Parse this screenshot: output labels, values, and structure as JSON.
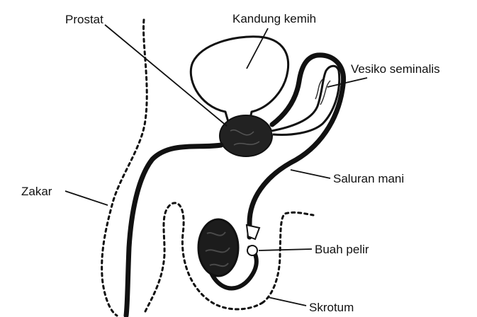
{
  "labels": {
    "prostat": "Prostat",
    "kandung_kemih": "Kandung kemih",
    "vesiko_seminalis": "Vesiko seminalis",
    "zakar": "Zakar",
    "saluran_mani": "Saluran mani",
    "buah_pelir": "Buah pelir",
    "skrotum": "Skrotum"
  }
}
